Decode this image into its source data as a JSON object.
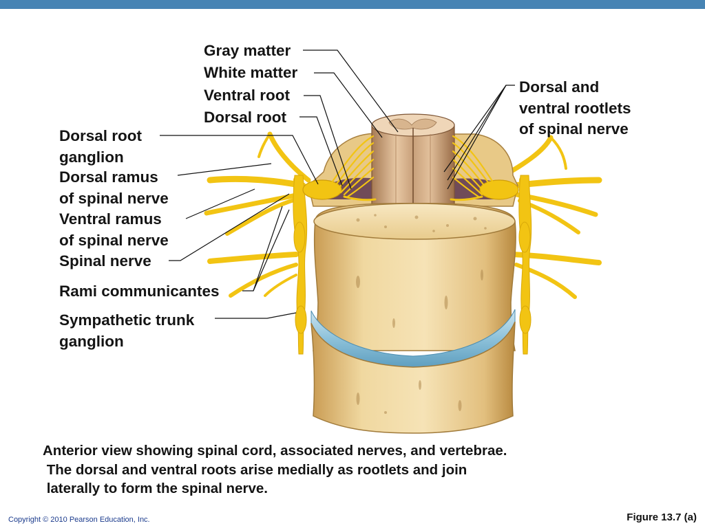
{
  "slide": {
    "colors": {
      "top_bar": "#4784b4",
      "nerve": "#f2c413",
      "bone": "#e9cf94",
      "disc": "#9bcbe0"
    }
  },
  "labels": {
    "gray_matter": "Gray matter",
    "white_matter": "White matter",
    "ventral_root": "Ventral root",
    "dorsal_root": "Dorsal root",
    "dorsal_root_ganglion": [
      "Dorsal root",
      "ganglion"
    ],
    "dorsal_ramus": [
      "Dorsal ramus",
      "of spinal nerve"
    ],
    "ventral_ramus": [
      "Ventral ramus",
      "of spinal nerve"
    ],
    "spinal_nerve": "Spinal nerve",
    "rami_communicantes": "Rami communicantes",
    "sympathetic_trunk_ganglion": [
      "Sympathetic trunk",
      "ganglion"
    ],
    "rootlets": [
      "Dorsal and",
      "ventral rootlets",
      "of spinal nerve"
    ]
  },
  "caption": [
    "Anterior view showing spinal cord, associated nerves, and vertebrae.",
    " The dorsal and ventral roots arise medially as rootlets and join",
    " laterally to form the spinal nerve."
  ],
  "footer": {
    "copyright": "Copyright © 2010 Pearson Education, Inc.",
    "figure_number": "Figure 13.7 (a)"
  }
}
